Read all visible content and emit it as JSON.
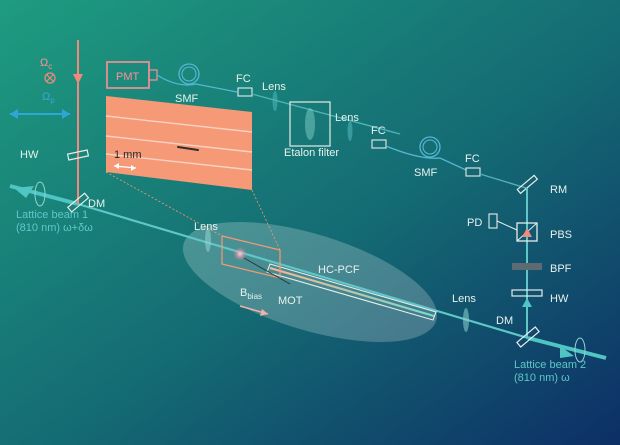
{
  "labels": {
    "omega_c": "Ω",
    "omega_c_sub": "c",
    "omega_p": "Ω",
    "omega_p_sub": "p",
    "pmt": "PMT",
    "smf_top": "SMF",
    "fc_1": "FC",
    "lens_top_1": "Lens",
    "lens_top_2": "Lens",
    "fc_2": "FC",
    "etalon": "Etalon filter",
    "smf_mid": "SMF",
    "fc_3": "FC",
    "rm": "RM",
    "pd": "PD",
    "pbs": "PBS",
    "bpf": "BPF",
    "hw_right": "HW",
    "dm_right": "DM",
    "hw_left": "HW",
    "dm_left": "DM",
    "lattice1_a": "Lattice beam 1",
    "lattice1_b": "(810 nm) ω+δω",
    "lens_mid": "Lens",
    "scale": "1 mm",
    "hc_pcf": "HC-PCF",
    "mot": "MOT",
    "b_bias": "B",
    "b_bias_sub": "bias",
    "lens_right": "Lens",
    "lattice2_a": "Lattice beam 2",
    "lattice2_b": "(810 nm) ω"
  },
  "colors": {
    "bg_top_left": "#1c9a7f",
    "bg_bottom_right": "#0e3468",
    "lattice": "#4fc6c4",
    "pump_arrow": "#f08a7c",
    "probe_arrow": "#2fa6d9",
    "inset": "#f59977",
    "mot_ring": "#ff7080",
    "fiber": "#55b7d2"
  }
}
